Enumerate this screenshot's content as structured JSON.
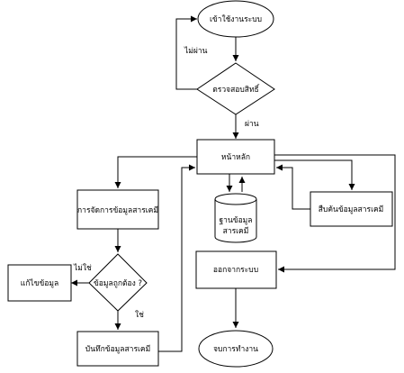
{
  "colors": {
    "line": "#000000",
    "fill": "#ffffff",
    "text": "#000000"
  },
  "nodes": {
    "start": "เข้าใช้งานระบบ",
    "check": "ตรวจสอบสิทธิ์",
    "main": "หน้าหลัก",
    "manage": "การจัดการข้อมูลสารเคมี",
    "db_line1": "ฐานข้อมูล",
    "db_line2": "สารเคมี",
    "search": "สืบค้นข้อมูลสารเคมี",
    "valid": "ข้อมูลถูกต้อง ?",
    "fix": "แก้ไขข้อมูล",
    "logout": "ออกจากระบบ",
    "save": "บันทึกข้อมูลสารเคมี",
    "end": "จบการทำงาน"
  },
  "edge_labels": {
    "fail": "ไม่ผ่าน",
    "pass": "ผ่าน",
    "no": "ไม่ใช่",
    "yes": "ใช่"
  }
}
